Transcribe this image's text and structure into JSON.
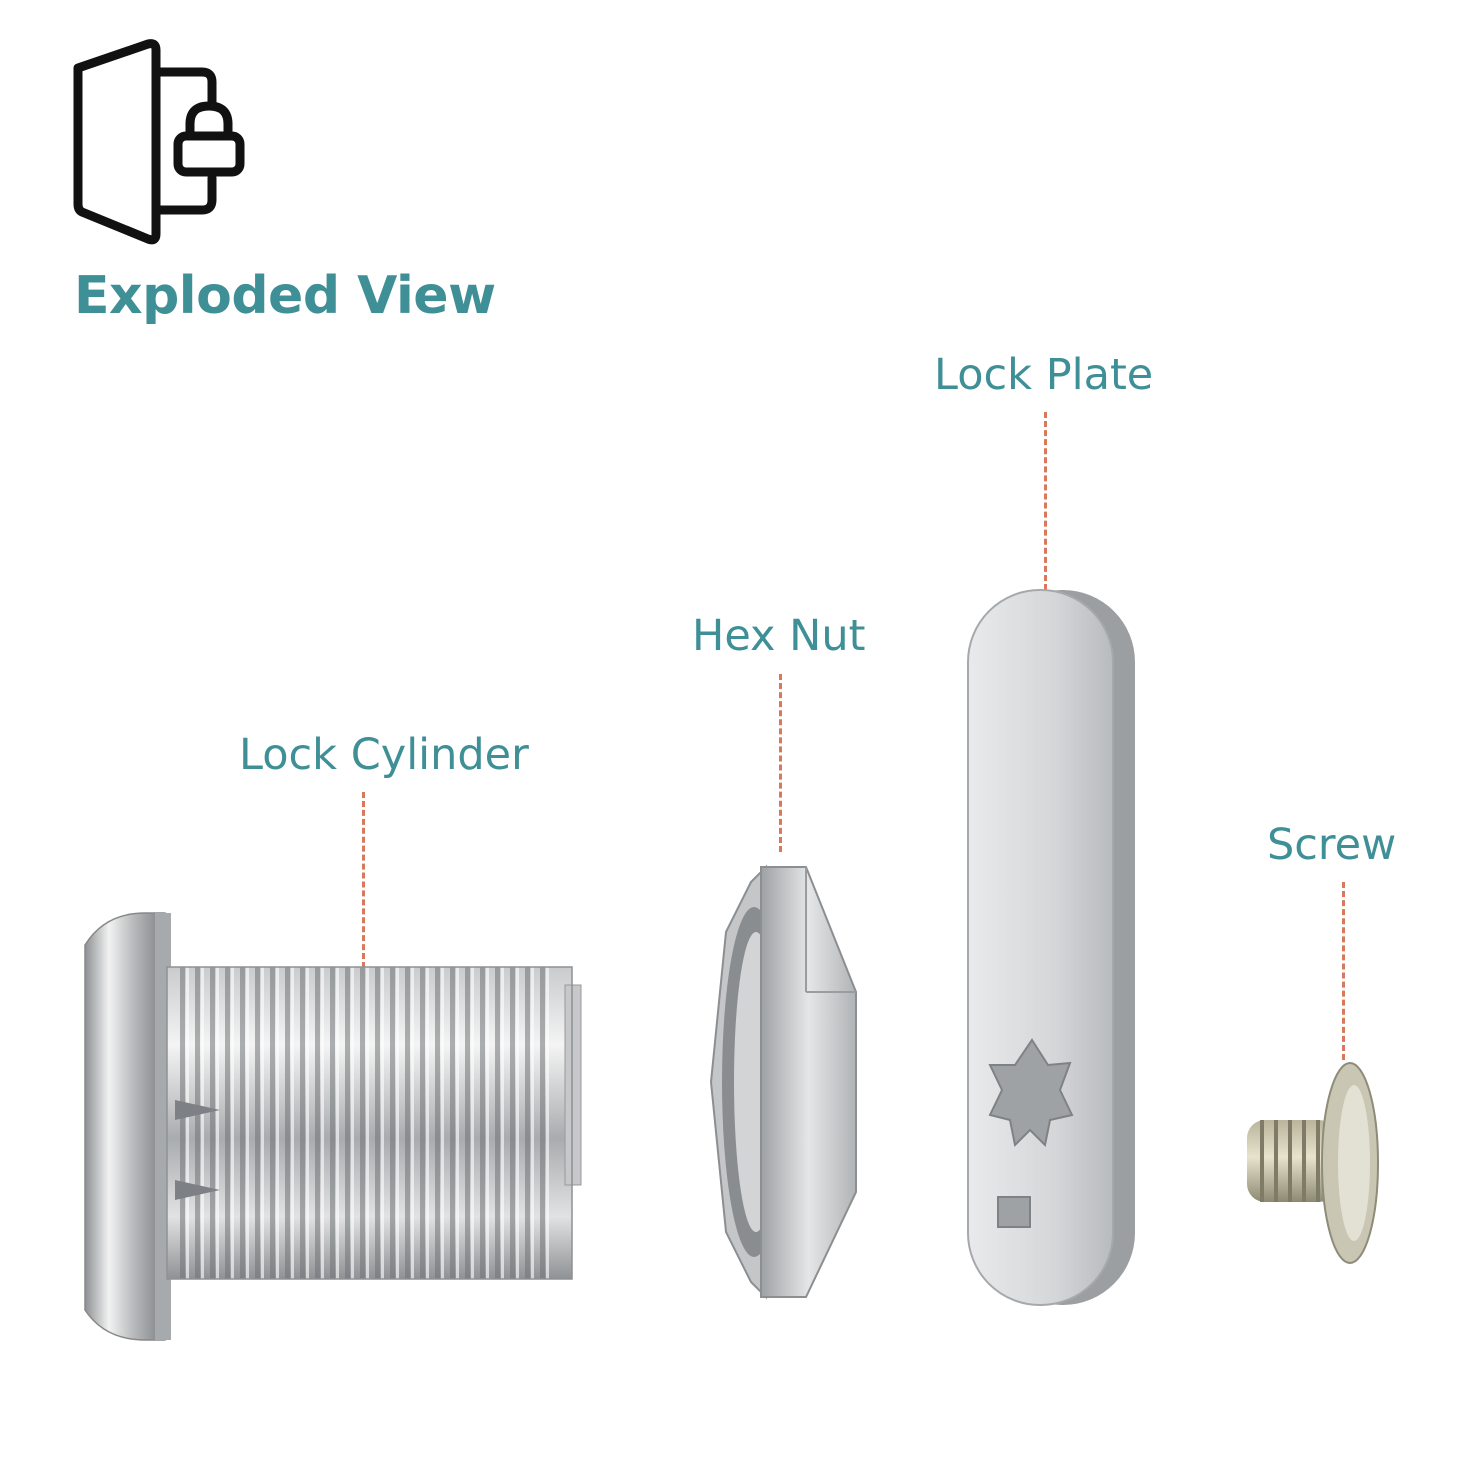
{
  "title": "Exploded View",
  "icon": "door-lock-icon",
  "parts": {
    "lock_plate": "Lock Plate",
    "hex_nut": "Hex Nut",
    "lock_cylinder": "Lock Cylinder",
    "screw": "Screw"
  },
  "colors": {
    "accent": "#3f8f96",
    "leader": "#d9785a",
    "icon": "#111111"
  }
}
